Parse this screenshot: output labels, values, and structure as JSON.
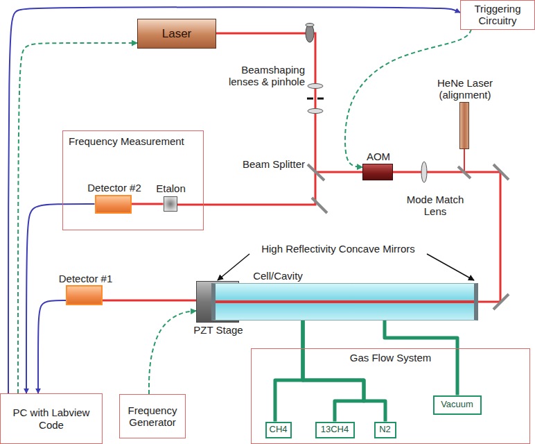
{
  "diagram": {
    "nodes": [
      {
        "text": [
          "Laser"
        ]
      },
      {
        "text": [
          "Triggering Circuitry"
        ]
      },
      {
        "text": [
          "Frequency Measurement"
        ]
      },
      {
        "text": [
          "Detector #2"
        ],
        "in": 2
      },
      {
        "text": [
          "Etalon"
        ],
        "in": 2
      },
      {
        "text": [
          "HeNe Laser (alignment)"
        ]
      },
      {
        "text": [
          "AOM"
        ]
      },
      {
        "text": [
          "Detector #1"
        ]
      },
      {
        "text": [
          "PZT Stage"
        ]
      },
      {
        "text": [
          "Cell/Cavity"
        ]
      },
      {
        "text": [
          "Gas Flow System"
        ]
      },
      {
        "text": [
          "CH4"
        ],
        "in": 10
      },
      {
        "text": [
          "13CH4"
        ],
        "in": 10
      },
      {
        "text": [
          "N2"
        ],
        "in": 10
      },
      {
        "text": [
          "Vacuum"
        ],
        "in": 10
      },
      {
        "text": [
          "PC with Labview Code"
        ]
      },
      {
        "text": [
          "Frequency Generator"
        ]
      }
    ],
    "edges": [
      {
        "from": 15,
        "to": 1,
        "arrow": "to"
      },
      {
        "from": 15,
        "to": 0,
        "arrow": "to"
      },
      {
        "from": 3,
        "to": 15,
        "arrow": "to"
      },
      {
        "from": 7,
        "to": 15,
        "arrow": "to"
      },
      {
        "from": 1,
        "to": 6,
        "arrow": "to"
      },
      {
        "from": 16,
        "to": 8,
        "arrow": "to"
      },
      {
        "from": 4,
        "to": 3,
        "arrow": "none"
      },
      {
        "from": 8,
        "to": 7,
        "arrow": "none"
      },
      {
        "from": 11,
        "to": 9,
        "arrow": "none"
      },
      {
        "from": 12,
        "to": 9,
        "arrow": "none"
      },
      {
        "from": 13,
        "to": 9,
        "arrow": "none"
      },
      {
        "from": 14,
        "to": 9,
        "arrow": "none"
      }
    ],
    "labels": [
      "Beamshaping lenses & pinhole",
      "Beam Splitter",
      "Mode Match Lens",
      "High Reflectivity Concave Mirrors"
    ]
  }
}
